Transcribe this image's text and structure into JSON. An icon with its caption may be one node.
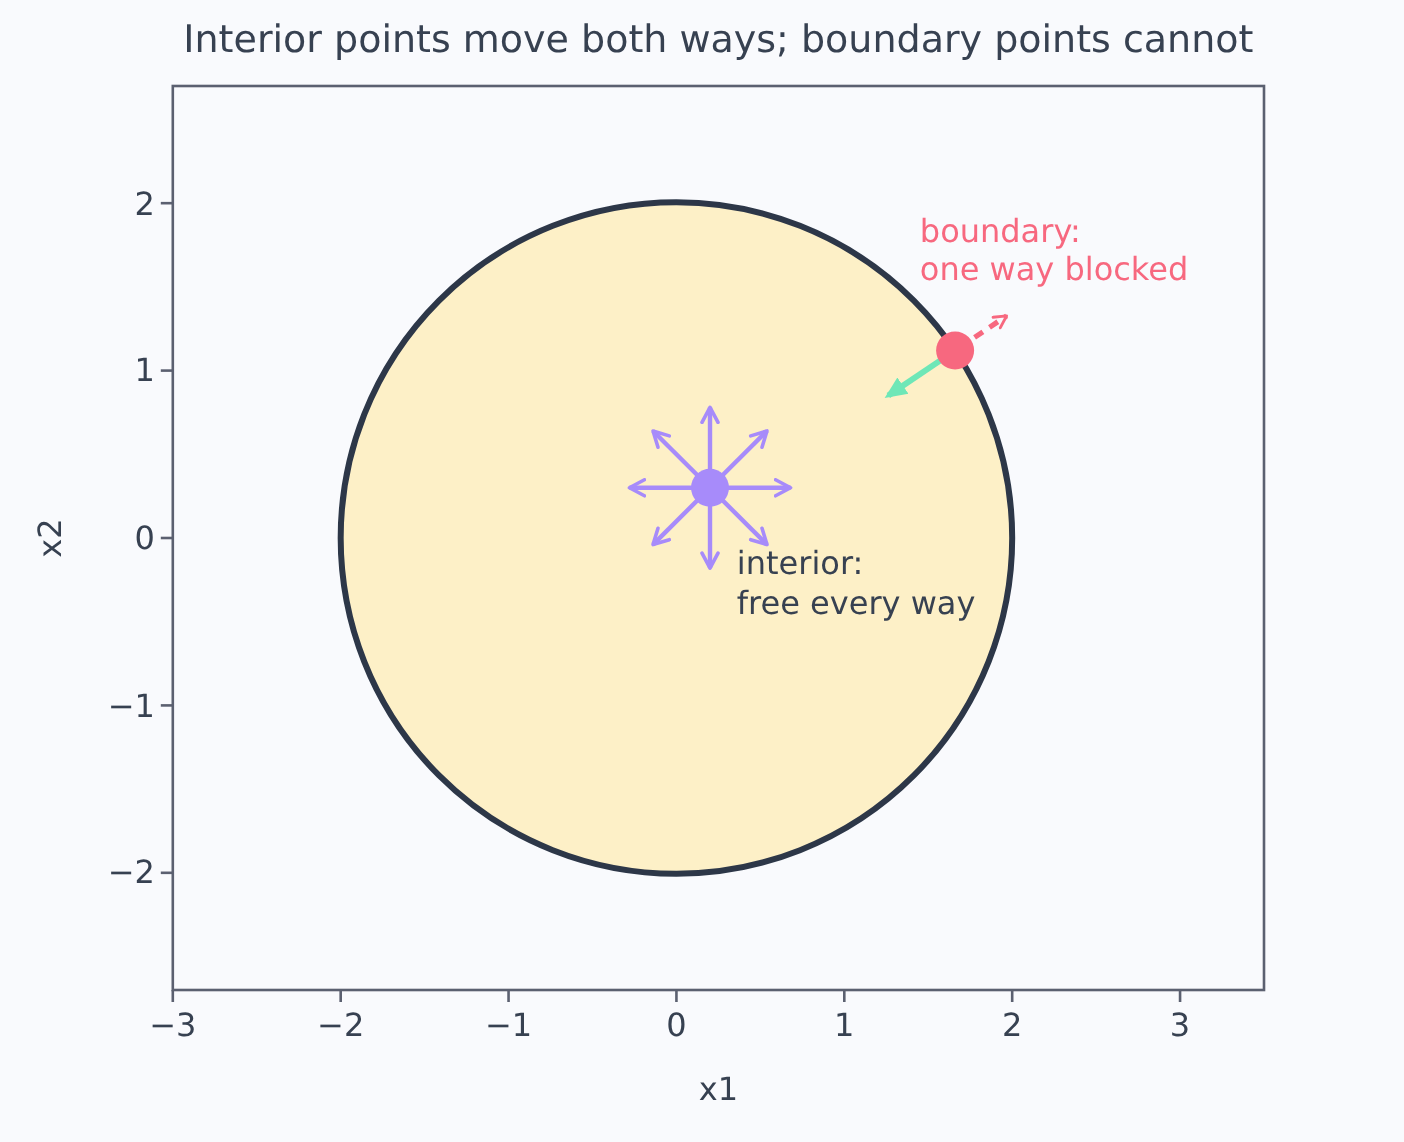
{
  "diagram": {
    "title": "Interior points move both ways; boundary points cannot",
    "chart_data": {
      "type": "scatter",
      "xlabel": "x1",
      "ylabel": "x2",
      "x": [
        0.2,
        1.66
      ],
      "series": [
        {
          "color": "#a78bfa",
          "values": [
            0.3,
            null
          ]
        },
        {
          "color": "#f7687f",
          "values": [
            null,
            1.12
          ]
        }
      ],
      "xlim": [
        -3,
        3.5
      ],
      "ylim": [
        -2.7,
        2.7
      ],
      "xticks": [
        {
          "value": -3,
          "label": "−3"
        },
        {
          "value": -2,
          "label": "−2"
        },
        {
          "value": -1,
          "label": "−1"
        },
        0,
        1,
        2,
        3
      ],
      "yticks": [
        {
          "value": -2,
          "label": "−2"
        },
        {
          "value": -1,
          "label": "−1"
        },
        0,
        1,
        2
      ],
      "annotations": [
        "interior: free every way",
        "boundary: one way blocked"
      ]
    }
  }
}
